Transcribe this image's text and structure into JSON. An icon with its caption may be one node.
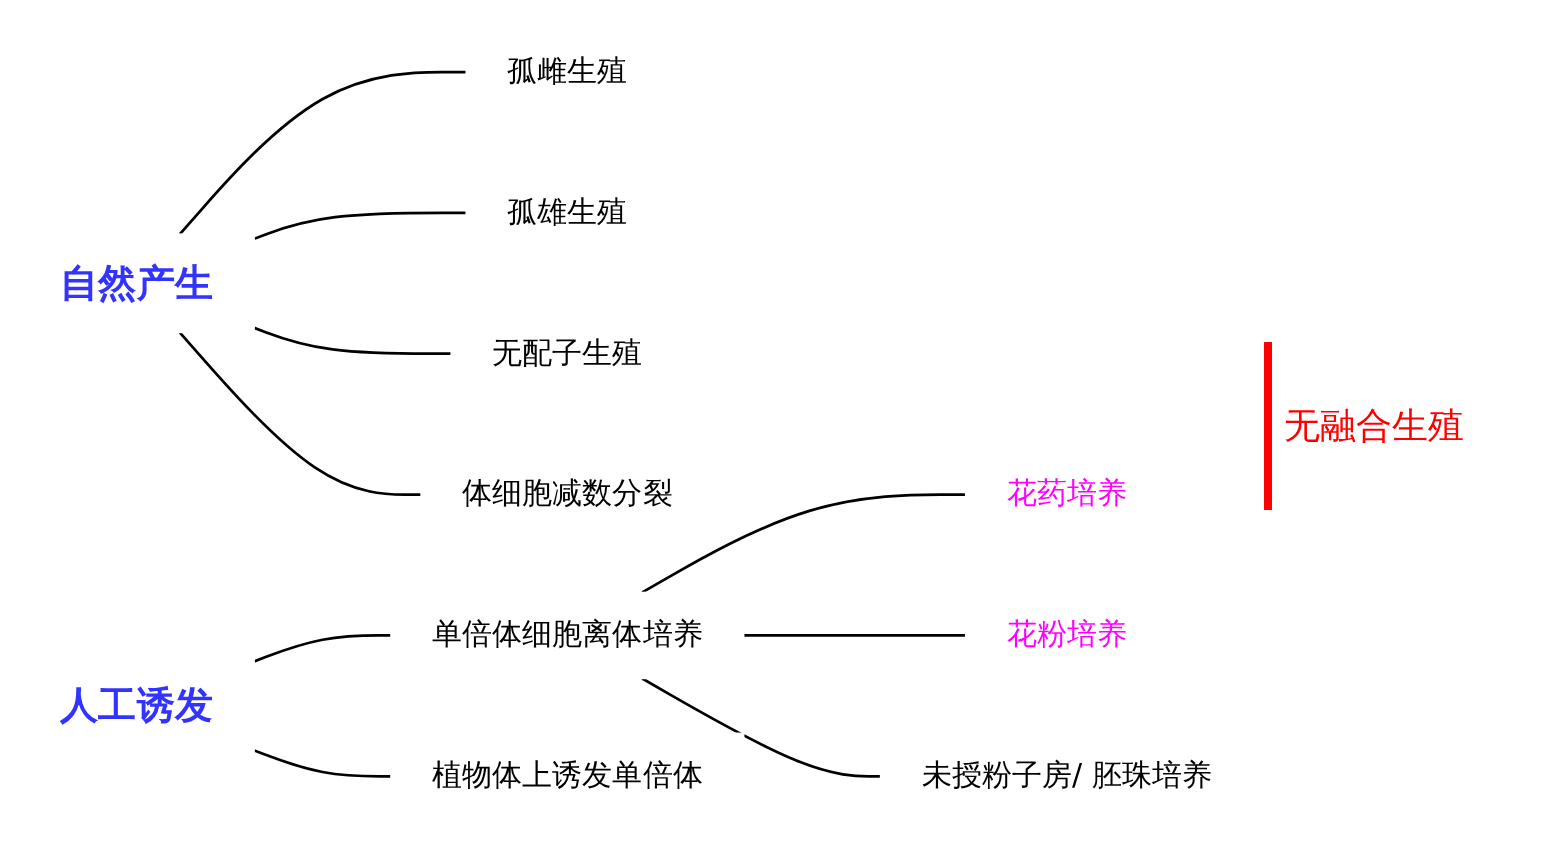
{
  "diagram": {
    "nodes": [
      {
        "text": [
          "自然产生"
        ]
      },
      {
        "text": [
          "孤雌生殖"
        ]
      },
      {
        "text": [
          "孤雄生殖"
        ]
      },
      {
        "text": [
          "无配子生殖"
        ]
      },
      {
        "text": [
          "体细胞减数分裂"
        ]
      },
      {
        "text": [
          "人工诱发"
        ]
      },
      {
        "text": [
          "单倍体细胞离体培养"
        ]
      },
      {
        "text": [
          "植物体上诱发单倍体"
        ]
      },
      {
        "text": [
          "花药培养"
        ]
      },
      {
        "text": [
          "花粉培养"
        ]
      },
      {
        "text": [
          "未授粉子房/ 胚珠培养"
        ]
      }
    ],
    "edges": [
      {
        "from": 0,
        "to": 1,
        "arrow": "none"
      },
      {
        "from": 0,
        "to": 2,
        "arrow": "none"
      },
      {
        "from": 0,
        "to": 3,
        "arrow": "none"
      },
      {
        "from": 0,
        "to": 4,
        "arrow": "none"
      },
      {
        "from": 5,
        "to": 6,
        "arrow": "none"
      },
      {
        "from": 5,
        "to": 7,
        "arrow": "none"
      },
      {
        "from": 6,
        "to": 8,
        "arrow": "none"
      },
      {
        "from": 6,
        "to": 9,
        "arrow": "none"
      },
      {
        "from": 6,
        "to": 10,
        "arrow": "none"
      }
    ],
    "labels": [
      "无融合生殖"
    ]
  }
}
